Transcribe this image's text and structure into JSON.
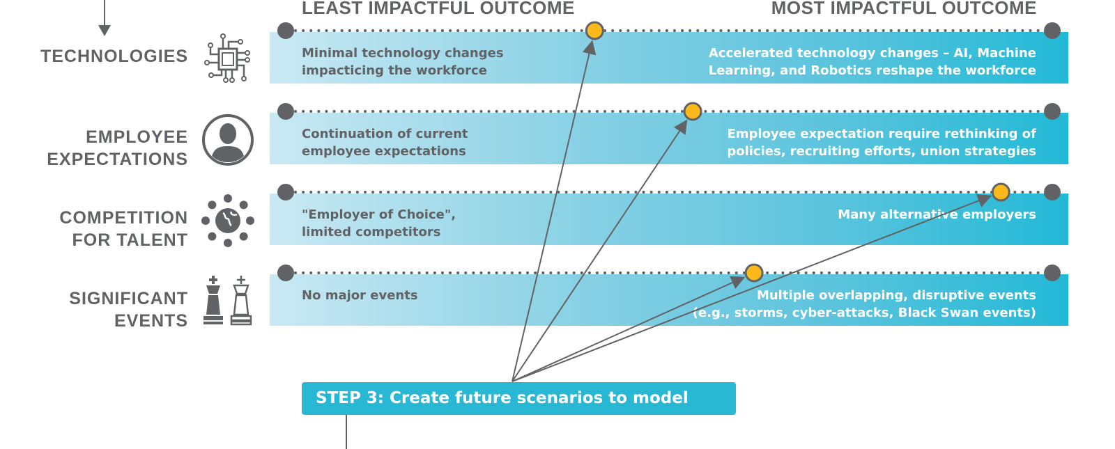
{
  "headers": {
    "least": "LEAST IMPACTFUL OUTCOME",
    "most": "MOST IMPACTFUL OUTCOME"
  },
  "rows": [
    {
      "label1": "TECHNOLOGIES",
      "label2": "",
      "icon": "circuit-chip-icon",
      "left_line1": "Minimal technology changes",
      "left_line2": "impacticing the workforce",
      "right_line1": "Accelerated technology changes – AI, Machine",
      "right_line2": "Learning, and Robotics reshape the workforce",
      "marker": 0.403
    },
    {
      "label1": "EMPLOYEE",
      "label2": "EXPECTATIONS",
      "icon": "person-icon",
      "left_line1": "Continuation of current",
      "left_line2": "employee expectations",
      "right_line1": "Employee expectation require rethinking of",
      "right_line2": "policies, recruiting efforts, union strategies",
      "marker": 0.531
    },
    {
      "label1": "COMPETITION",
      "label2": "FOR TALENT",
      "icon": "globe-people-icon",
      "left_line1": "\"Employer of Choice\",",
      "left_line2": "limited competitors",
      "right_line1": "Many alternative employers",
      "right_line2": "",
      "marker": 0.933
    },
    {
      "label1": "SIGNIFICANT",
      "label2": "EVENTS",
      "icon": "chess-kings-icon",
      "left_line1": "No major events",
      "left_line2": "",
      "right_line1": "Multiple overlapping, disruptive events",
      "right_line2": "(e.g., storms, cyber-attacks, Black Swan events)",
      "marker": 0.611
    }
  ],
  "step": {
    "label": "STEP 3: Create future scenarios to model"
  },
  "colors": {
    "marker": "#fbb91b",
    "gray": "#616265",
    "accent": "#29b8d4"
  }
}
